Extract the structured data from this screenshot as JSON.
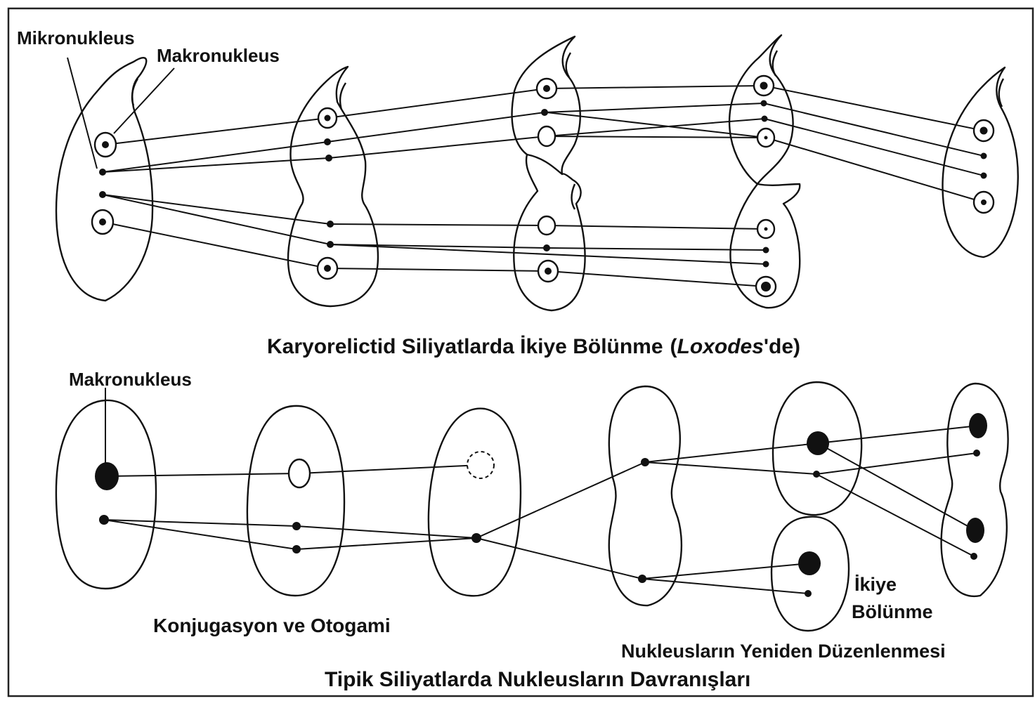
{
  "labels": {
    "mikronukleus": "Mikronukleus",
    "makronukleus_top": "Makronukleus",
    "top_caption_main": "Karyorelictid Siliyatlarda İkiye Bölünme",
    "top_caption_open": "(",
    "top_caption_genus": "Loxodes",
    "top_caption_suffix": "'de)",
    "makronukleus_bottom": "Makronukleus",
    "konjugasyon": "Konjugasyon ve Otogami",
    "ikiye": "İkiye",
    "bolunme": "Bölünme",
    "yeniden": "Nukleusların Yeniden Düzenlenmesi",
    "bottom_caption": "Tipik Siliyatlarda Nukleusların Davranışları"
  },
  "colors": {
    "ink": "#111111",
    "paper": "#ffffff"
  }
}
